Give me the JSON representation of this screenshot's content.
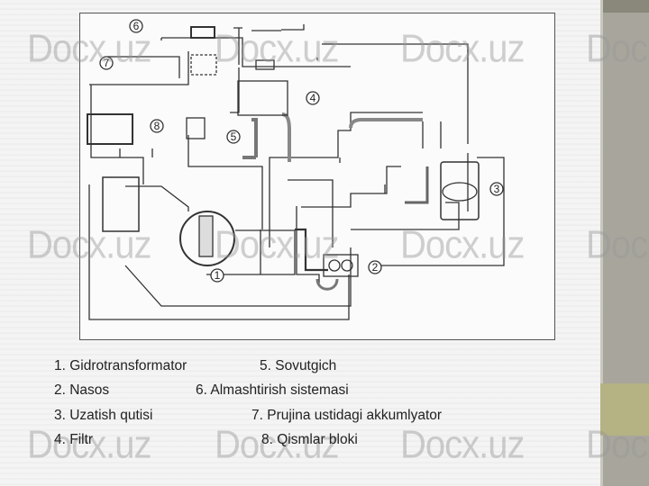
{
  "watermark": "Docx.uz",
  "diagram": {
    "labels": [
      "1",
      "2",
      "3",
      "4",
      "5",
      "6",
      "7",
      "8"
    ]
  },
  "legend": [
    "1. Gidrotransformator",
    "5. Sovutgich",
    "2. Nasos",
    "6. Almashtirish sistemasi",
    "3. Uzatish qutisi",
    "7. Prujina ustidagi akkumlyator",
    "4. Filtr",
    "8. Qismlar bloki"
  ],
  "colors": {
    "strip": "#a8a69c",
    "olive": "#b5b283",
    "line": "#333333"
  }
}
